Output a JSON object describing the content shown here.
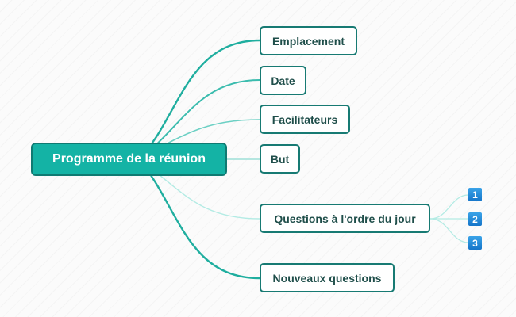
{
  "diagram": {
    "root": {
      "label": "Programme de la réunion"
    },
    "topics": [
      {
        "label": "Emplacement"
      },
      {
        "label": "Date"
      },
      {
        "label": "Facilitateurs"
      },
      {
        "label": "But"
      },
      {
        "label": "Questions à l'ordre du jour"
      },
      {
        "label": "Nouveaux questions"
      }
    ],
    "subtopics": [
      {
        "label": "1"
      },
      {
        "label": "2"
      },
      {
        "label": "3"
      }
    ]
  },
  "colors": {
    "root_fill": "#14b3a5",
    "root_border": "#0f7a72",
    "topic_border": "#177a73",
    "link": "#2bb5a8",
    "badge": "#1f86d6"
  }
}
